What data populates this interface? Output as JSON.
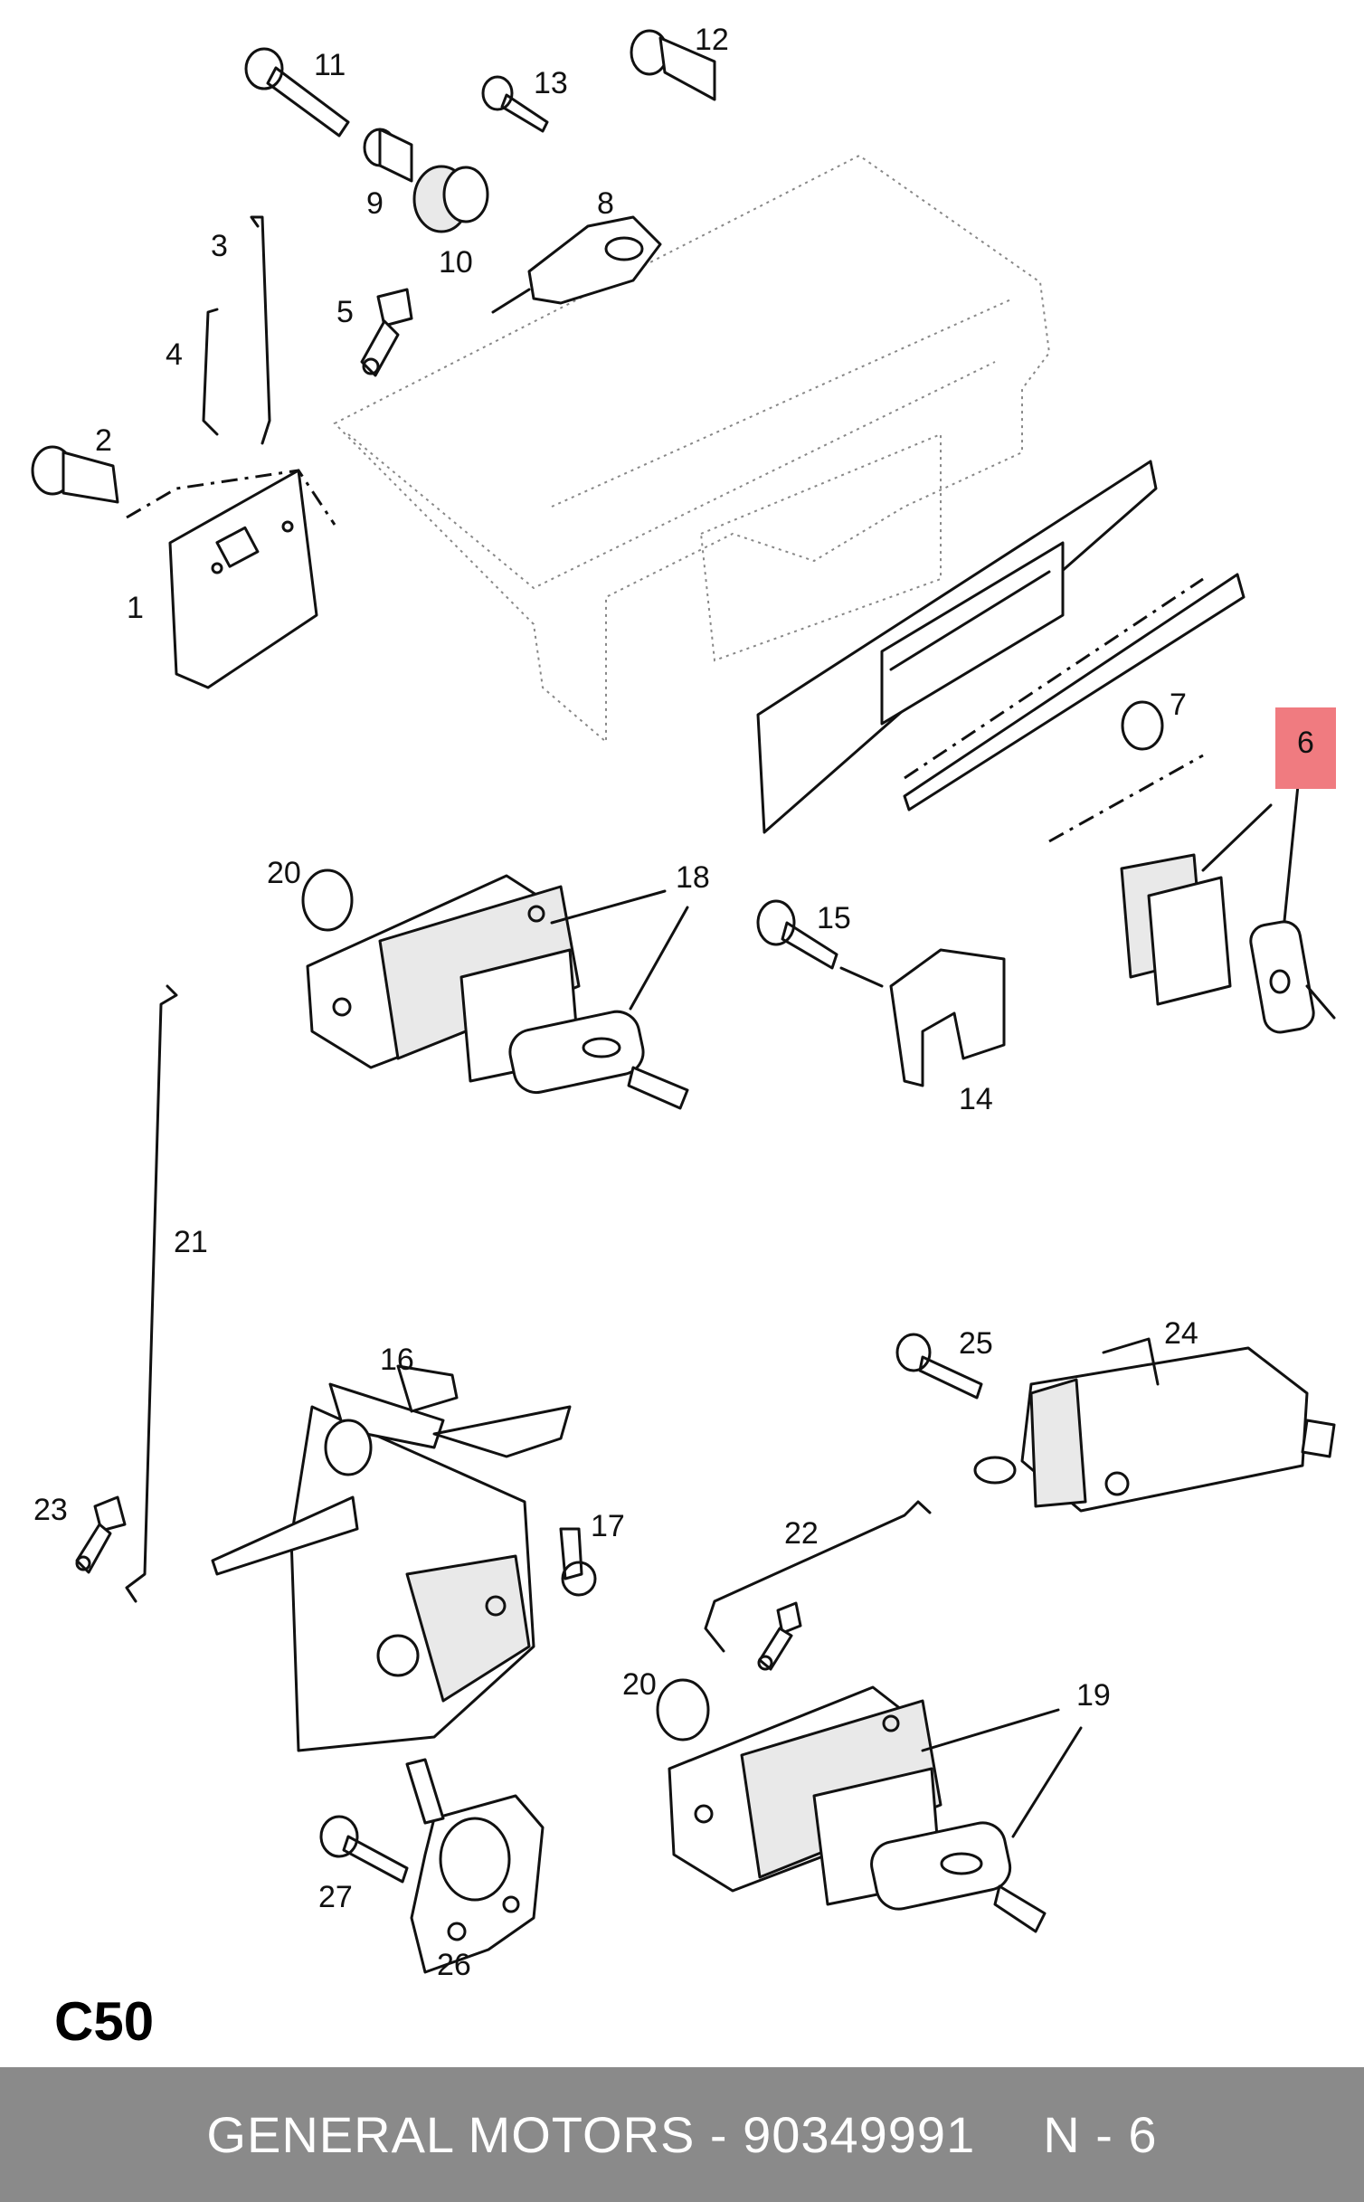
{
  "callouts": {
    "c1": "1",
    "c2": "2",
    "c3": "3",
    "c4": "4",
    "c5": "5",
    "c6": "6",
    "c7": "7",
    "c8": "8",
    "c9": "9",
    "c10": "10",
    "c11": "11",
    "c12": "12",
    "c13": "13",
    "c14": "14",
    "c15": "15",
    "c16": "16",
    "c17": "17",
    "c18": "18",
    "c19": "19",
    "c20a": "20",
    "c20b": "20",
    "c21": "21",
    "c22": "22",
    "c23": "23",
    "c24": "24",
    "c25": "25",
    "c26": "26",
    "c27": "27"
  },
  "highlight": {
    "color": "#f07b80",
    "callout": "6"
  },
  "section_code": "C50",
  "footer": {
    "text": "GENERAL MOTORS - 90349991",
    "page": "N - 6",
    "background": "#8a8a8a"
  }
}
